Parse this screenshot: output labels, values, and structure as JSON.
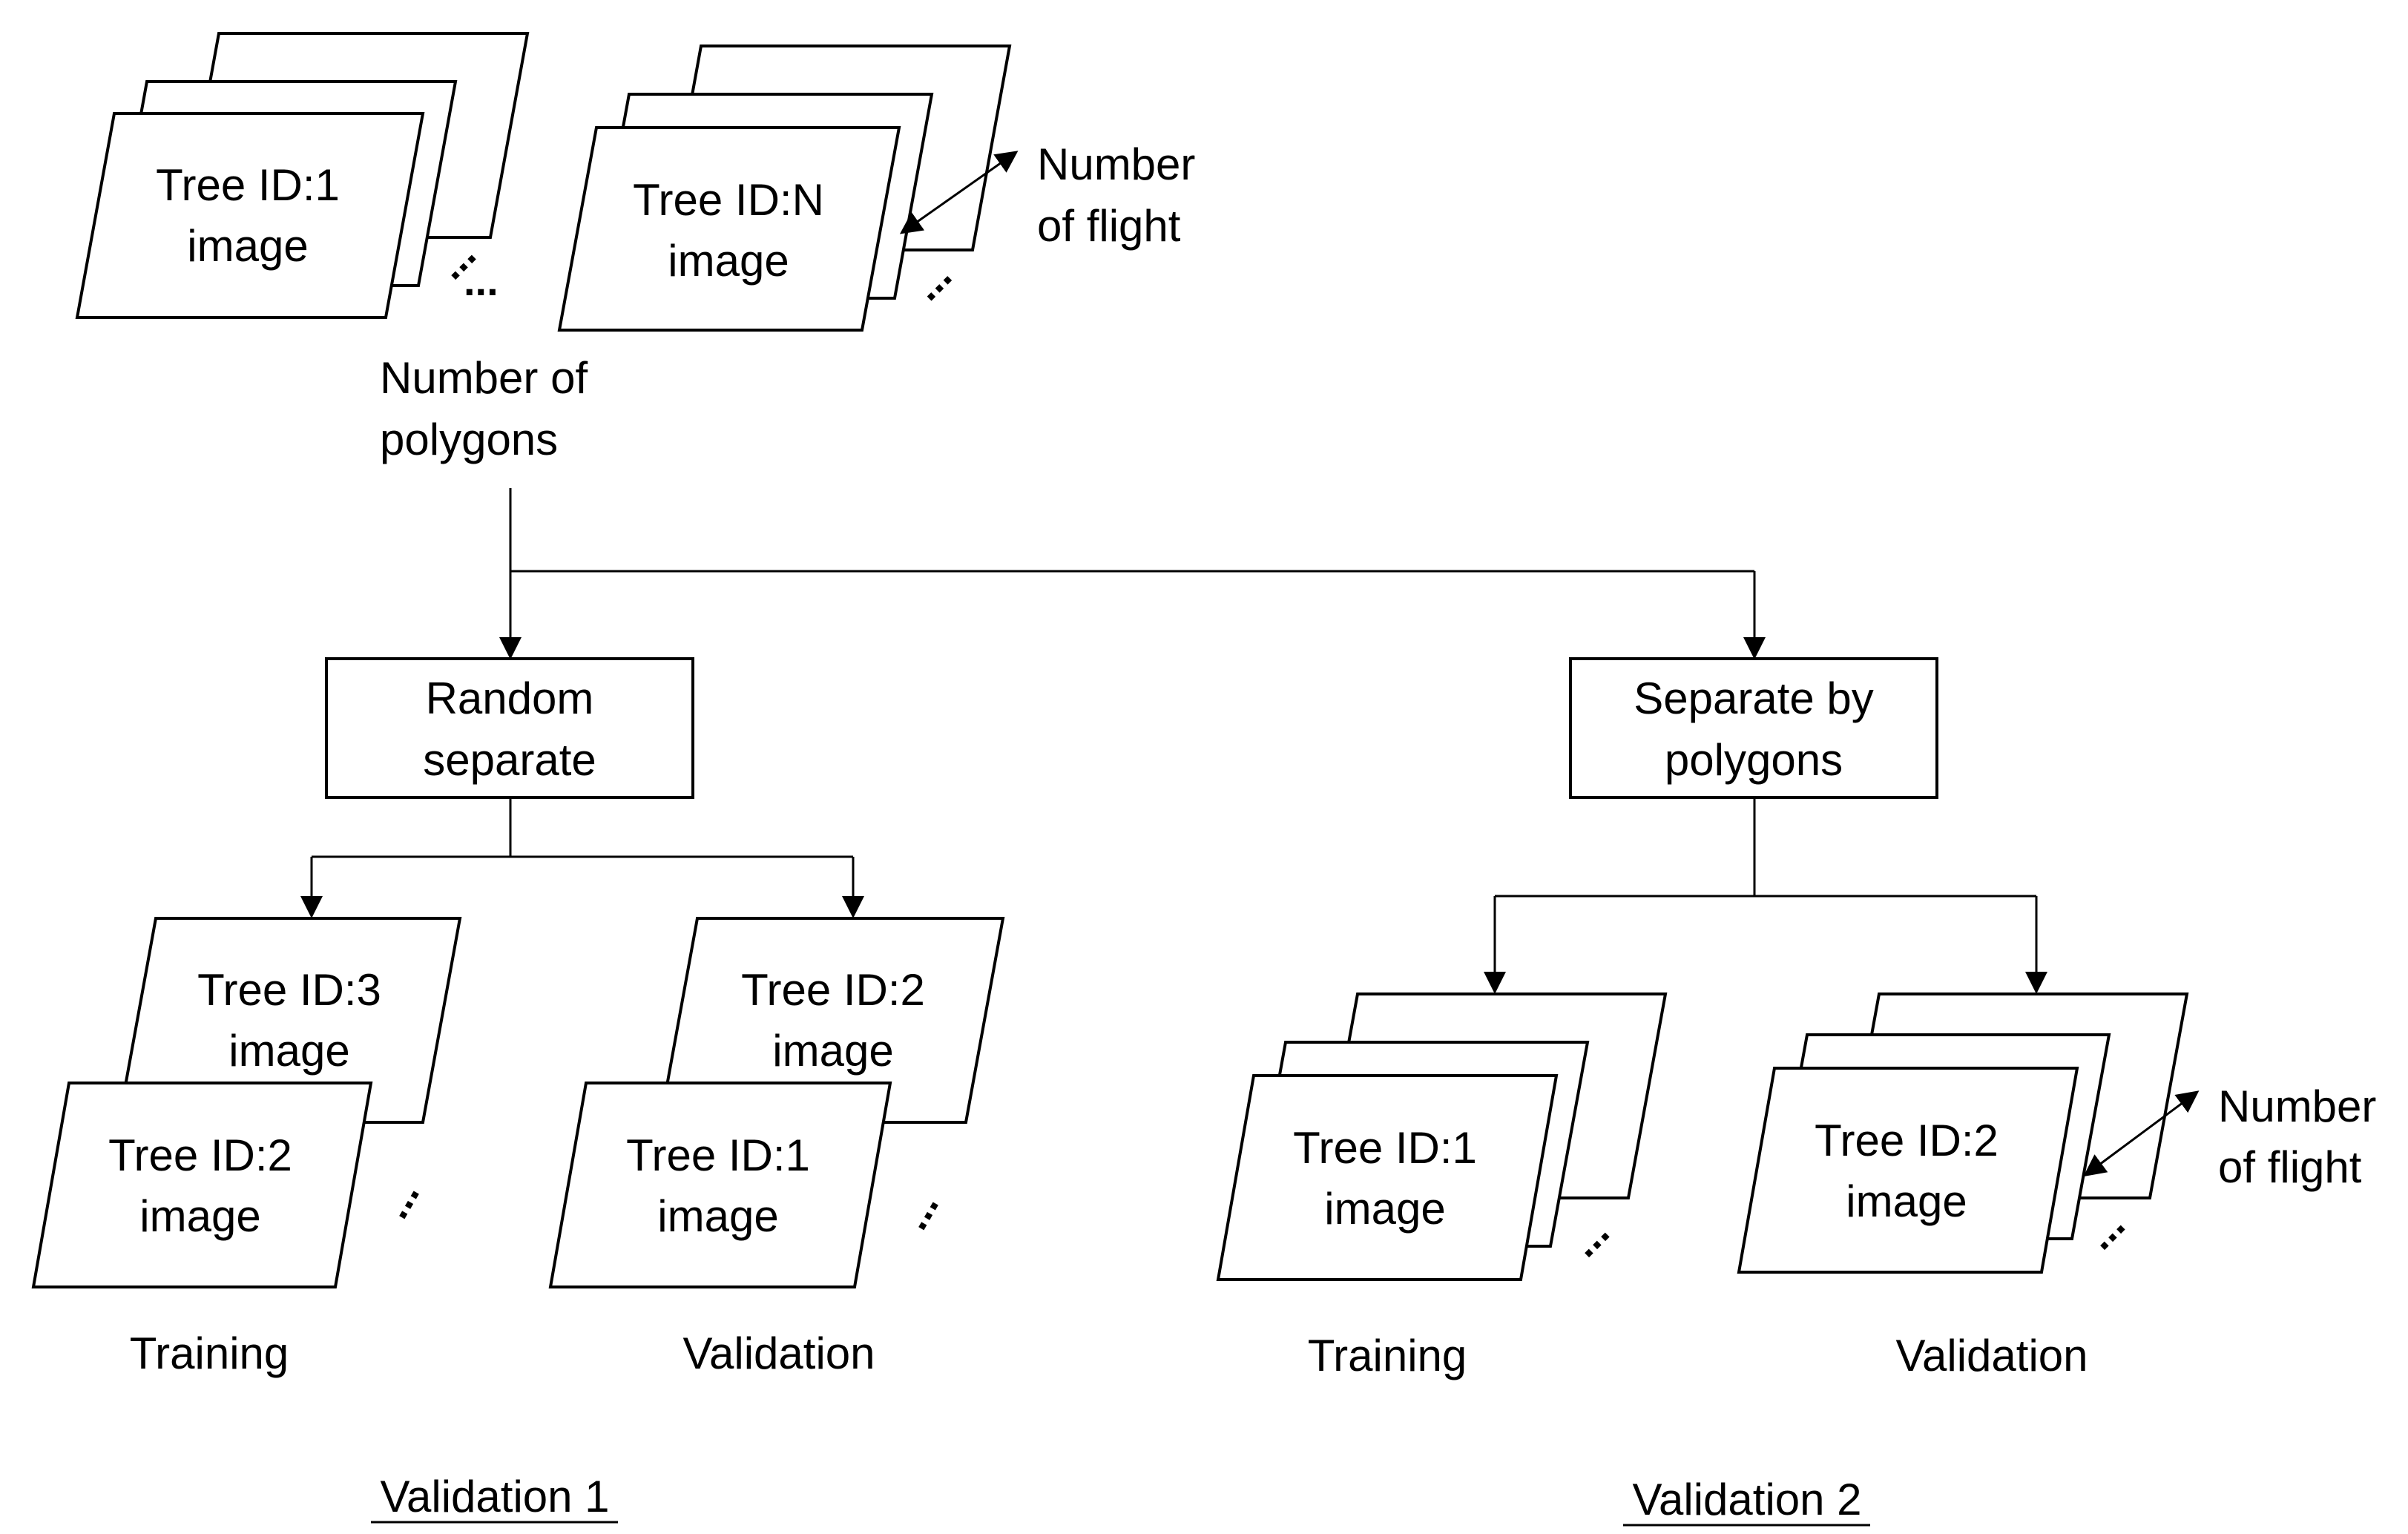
{
  "top_stack_1": {
    "line1": "Tree ID:1",
    "line2": "image"
  },
  "top_stack_n": {
    "line1": "Tree ID:N",
    "line2": "image"
  },
  "top_flight_annotation": {
    "line1": "Number",
    "line2": "of flight"
  },
  "polygons_label": {
    "line1": "Number of",
    "line2": "polygons"
  },
  "random_box": {
    "line1": "Random",
    "line2": "separate"
  },
  "polygon_box": {
    "line1": "Separate by",
    "line2": "polygons"
  },
  "v1_training": {
    "back": {
      "line1": "Tree ID:3",
      "line2": "image"
    },
    "front": {
      "line1": "Tree ID:2",
      "line2": "image"
    },
    "caption": "Training"
  },
  "v1_validation": {
    "back": {
      "line1": "Tree ID:2",
      "line2": "image"
    },
    "front": {
      "line1": "Tree ID:1",
      "line2": "image"
    },
    "caption": "Validation"
  },
  "v2_training": {
    "front": {
      "line1": "Tree ID:1",
      "line2": "image"
    },
    "caption": "Training"
  },
  "v2_validation": {
    "front": {
      "line1": "Tree ID:2",
      "line2": "image"
    },
    "caption": "Validation"
  },
  "v2_flight_annotation": {
    "line1": "Number",
    "line2": "of flight"
  },
  "section_titles": {
    "validation1": "Validation 1",
    "validation2": "Validation 2"
  },
  "ellipsis": "..."
}
